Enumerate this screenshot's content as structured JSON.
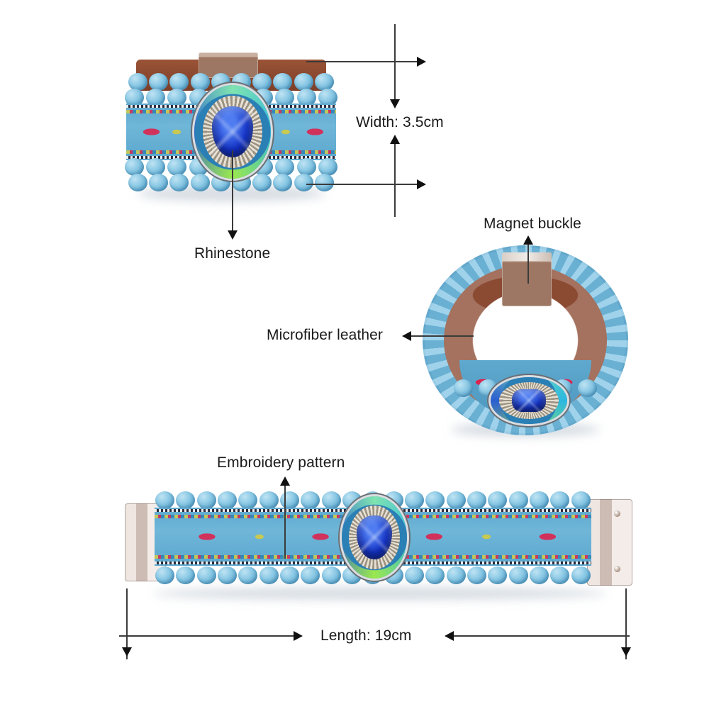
{
  "page": {
    "title": "Bohemian Pom-Pom Embroidery Leather Bracelet - Specification Diagram",
    "background_color": "#ffffff",
    "line_color": "#3b3b3b",
    "text_color": "#1a1a1a"
  },
  "annotations": {
    "width": {
      "label": "Width: 3.5cm",
      "value": 3.5,
      "unit": "cm"
    },
    "rhinestone": {
      "label": "Rhinestone"
    },
    "magnet_buckle": {
      "label": "Magnet buckle"
    },
    "microfiber_leather": {
      "label": "Microfiber leather"
    },
    "embroidery_pattern": {
      "label": "Embroidery pattern"
    },
    "length": {
      "label": "Length: 19cm",
      "value": 19,
      "unit": "cm"
    }
  },
  "views": {
    "front": {
      "name": "front-view-bracelet"
    },
    "side": {
      "name": "side-view-bracelet"
    },
    "flat": {
      "name": "flat-view-bracelet"
    }
  },
  "colors": {
    "pom_pom": "#7EC0E0",
    "band_blue": "#5FA9CF",
    "embroidery_red": "#E21C48",
    "embroidery_yellow": "#D8CD3C",
    "gem_blue": "#1433C8",
    "leather_brown": "#8B4A32",
    "clasp_copper": "#9D7763",
    "clasp_silver": "#EFE6E2"
  }
}
